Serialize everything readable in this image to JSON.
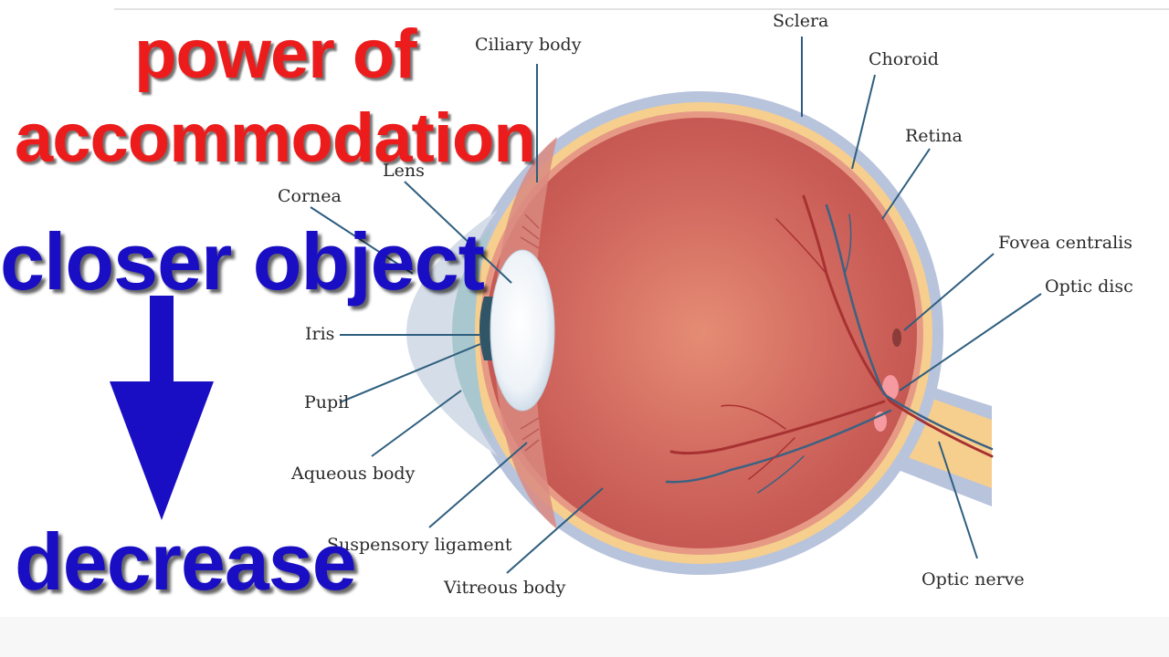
{
  "labels": {
    "sclera": "Sclera",
    "ciliary_body": "Ciliary body",
    "choroid": "Choroid",
    "retina": "Retina",
    "lens": "Lens",
    "cornea": "Cornea",
    "fovea_centralis": "Fovea centralis",
    "optic_disc": "Optic disc",
    "iris": "Iris",
    "pupil": "Pupil",
    "aqueous_body": "Aqueous body",
    "suspensory_ligament": "Suspensory ligament",
    "vitreous_body": "Vitreous body",
    "optic_nerve": "Optic nerve"
  },
  "overlay": {
    "line1": "power of",
    "line2": "accommodation",
    "line3": "closer object",
    "line4": "decrease"
  },
  "colors": {
    "overlay_red": "#ec1c1c",
    "overlay_blue": "#1a0ec4",
    "arrow_blue": "#1a0ec4",
    "sclera": "#b8c3dc",
    "choroid": "#f6cf8e",
    "vitreous": "#cc5a56",
    "leader_line": "#2e5e7e"
  }
}
